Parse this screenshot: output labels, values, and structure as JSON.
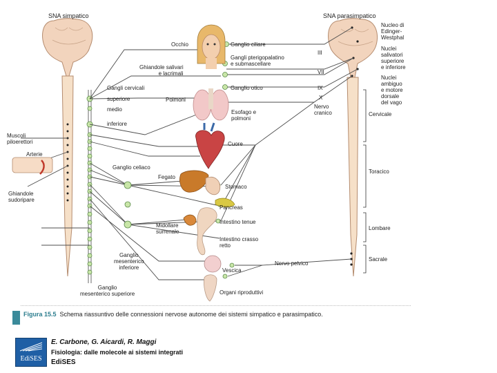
{
  "diagram": {
    "titles": {
      "sympathetic": "SNA simpatico",
      "parasympathetic": "SNA parasimpatico"
    },
    "left_labels": {
      "gangli_cervicali": "Gangli cervicali",
      "superiore": "superiore",
      "medio": "medio",
      "inferiore": "inferiore",
      "muscoli": "Muscoli\npiloerettori",
      "arterie": "Arterie",
      "ghiandole_sudoripare": "Ghiandole\nsudoripare",
      "ganglio_celiaco": "Ganglio celiaco",
      "ganglio_mes_inf": "Ganglio\nmesenterico\ninferiore",
      "ganglio_mes_sup": "Ganglio\nmesenterico superiore"
    },
    "organ_labels": {
      "occhio": "Occhio",
      "ghiandole_salivari": "Ghiandole salivari\ne lacrimali",
      "polmoni": "Polmoni",
      "ganglio_ciliare": "Ganglio ciliare",
      "gangli_pterigo": "Gangli pterigopalatino\ne submascellare",
      "ganglio_otico": "Ganglio otico",
      "esofago": "Esofago e\npolmoni",
      "cuore": "Cuore",
      "fegato": "Fegato",
      "stomaco": "Stomaco",
      "pancreas": "Pancreas",
      "midollare": "Midollare\nsurrenale",
      "intestino_tenue": "Intestino tenue",
      "intestino_crasso": "Intestino crasso\nretto",
      "vescica": "Vescica",
      "organi_riproduttivi": "Organi riproduttivi"
    },
    "right_labels": {
      "III": "III",
      "VII": "VII",
      "IX": "IX",
      "X": "X",
      "nervo_cranico": "Nervo\ncranico",
      "nervo_pelvico": "Nervo pelvico",
      "nucleo_ew": "Nucleo di\nEdinger-\nWestphal",
      "nuclei_salivatori": "Nuclei\nsalivatori\nsuperiore\ne inferiore",
      "nuclei_ambiguo": "Nuclei\nambiguo\ne motore\ndorsale\ndel vago",
      "cervicale": "Cervicale",
      "toracico": "Toracico",
      "lombare": "Lombare",
      "sacrale": "Sacrale"
    }
  },
  "caption": {
    "figure_number": "Figura 15.5",
    "text": "Schema riassuntivo delle connessioni nervose autonome dei sistemi simpatico e parasimpatico."
  },
  "footer": {
    "authors": "E. Carbone, G. Aicardi, R. Maggi",
    "book_title": "Fisiologia: dalle molecole ai sistemi integrati",
    "publisher": "EdiSES",
    "logo_text": "EdiSES"
  },
  "colors": {
    "spinal_cord": "#f6e0c8",
    "brain": "#f2d4bd",
    "nerve_line": "#2f7d3a",
    "ganglion": "#c9e6a8",
    "caption_accent": "#2c7d8e",
    "logo_blue": "#1f5fa5"
  }
}
